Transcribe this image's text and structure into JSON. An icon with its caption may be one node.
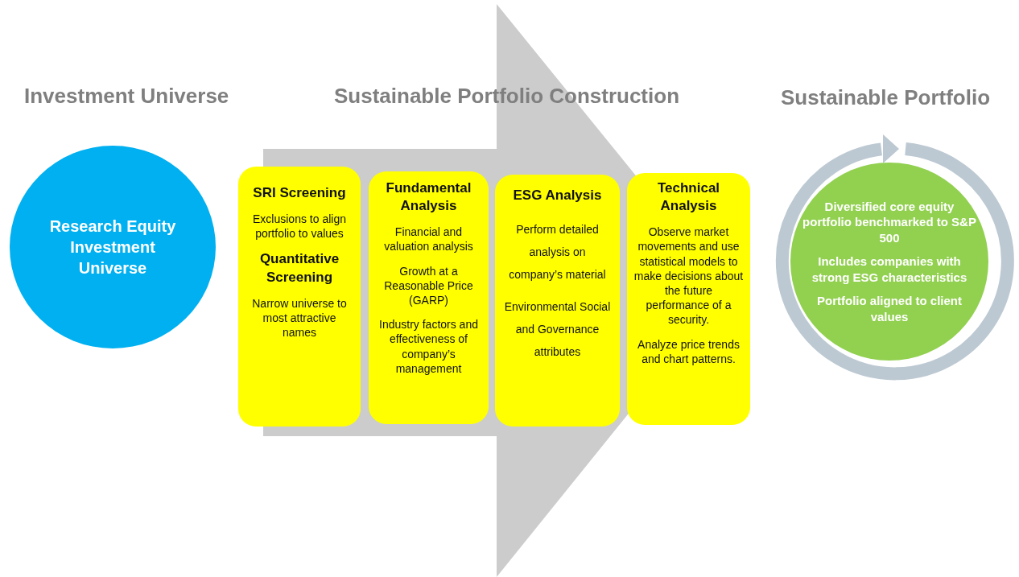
{
  "diagram": {
    "nodes": [
      {
        "text": [
          "Research Equity Investment Universe"
        ]
      },
      {
        "text": [
          "SRI Screening",
          "Exclusions to align portfolio to values",
          "Quantitative Screening",
          "Narrow universe to most attractive names"
        ]
      },
      {
        "text": [
          "Fundamental Analysis",
          "Financial and valuation analysis",
          "Growth at a Reasonable Price (GARP)",
          "Industry factors and effectiveness of company’s management"
        ]
      },
      {
        "text": [
          "ESG Analysis",
          "Perform detailed analysis on company’s material",
          "Environmental Social and Governance attributes"
        ]
      },
      {
        "text": [
          "Technical Analysis",
          "Observe market movements and use statistical models to make decisions about the future performance of a security.",
          "Analyze price trends and chart patterns."
        ]
      },
      {
        "text": [
          "Diversified core equity portfolio benchmarked to S&P 500",
          "Includes companies with strong ESG characteristics",
          "Portfolio aligned to client values"
        ]
      }
    ],
    "edges": [
      {
        "from": 1,
        "to": 4,
        "arrow": "to"
      }
    ],
    "labels": [
      "Investment Universe",
      "Sustainable Portfolio Construction",
      "Sustainable Portfolio"
    ]
  }
}
